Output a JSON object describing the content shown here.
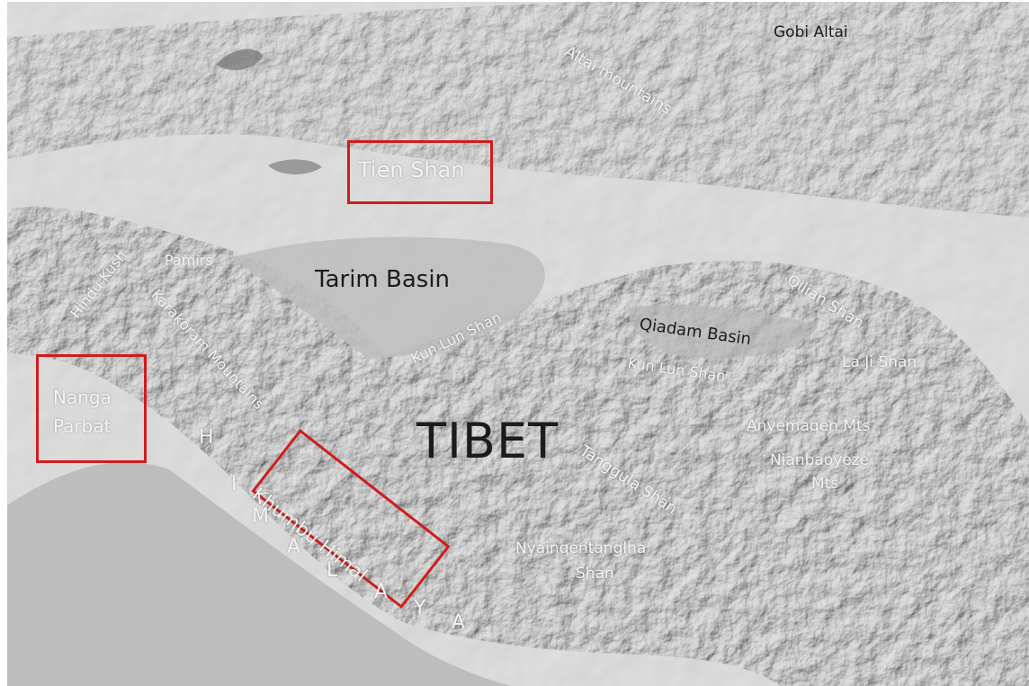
{
  "map": {
    "region_labels": {
      "altai": "Altai mountains",
      "gobi_altai": "Gobi Altai",
      "tien_shan": "Tien Shan",
      "pamirs": "Pamirs",
      "hindu_kush": "Hindu Kush",
      "karakoram": "Karakoram Mountains",
      "tarim_basin": "Tarim Basin",
      "qilian_shan": "Qilian Shan",
      "qiadam_basin": "Qiadam Basin",
      "kun_lun_shan_west": "Kun Lun Shan",
      "kun_lun_shan_east": "Kun Lun Shan",
      "la_ji_shan": "La Ji Shan",
      "nanga_parbat_line1": "Nanga",
      "nanga_parbat_line2": "Parbat",
      "tibet": "TIBET",
      "anyemaqen": "Anyemaqen Mts",
      "nianbaoyeze_line1": "Nianbaoyeze",
      "nianbaoyeze_line2": "Mts",
      "tanggula_shan": "Tanggula Shan",
      "khumbu_himal": "Khumbu Himal",
      "nyainqentanglha_line1": "Nyainqentanglha",
      "nyainqentanglha_line2": "Shan"
    },
    "himalaya_letters": [
      "H",
      "I",
      "M",
      "A",
      "L",
      "A",
      "Y",
      "A"
    ],
    "colors": {
      "highlight_box": "#d01c1c",
      "lowland": "#b9b9b9",
      "label_light": "#f4f4f4",
      "label_dark": "#1c1c1c"
    }
  }
}
